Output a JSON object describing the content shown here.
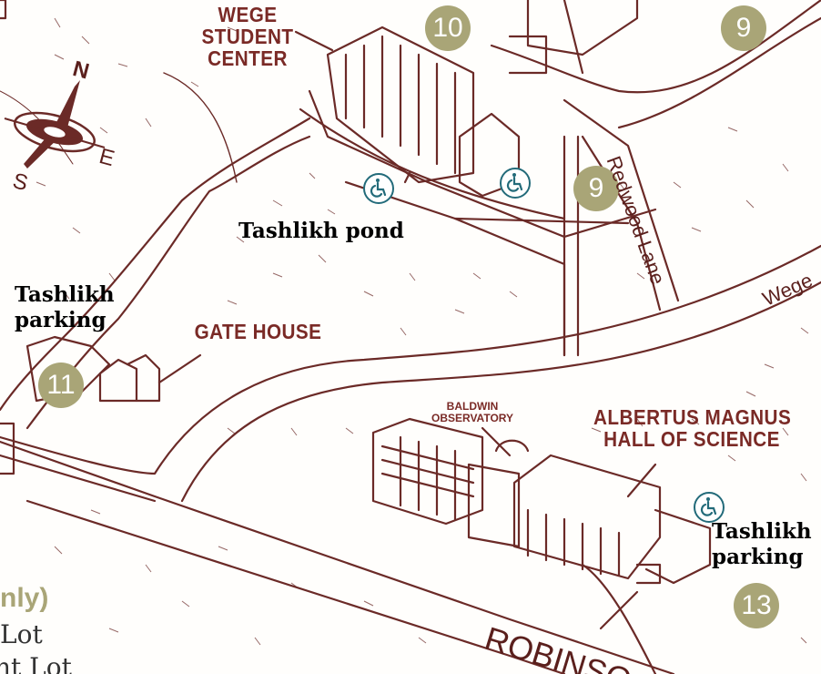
{
  "map": {
    "colors": {
      "line": "#6b2a27",
      "label": "#7a2a26",
      "badge": "#a9a577",
      "accessible": "#236b7a",
      "annotation": "#000000"
    },
    "building_labels": {
      "wege": "WEGE\nSTUDENT\nCENTER",
      "gate_house": "GATE HOUSE",
      "baldwin": "BALDWIN\nOBSERVATORY",
      "albertus": "ALBERTUS MAGNUS\nHALL OF SCIENCE"
    },
    "annotations": {
      "pond": "Tashlikh pond",
      "parking_west": "Tashlikh\nparking",
      "parking_east": "Tashlikh\nparking"
    },
    "badges": {
      "b10": "10",
      "b9_top": "9",
      "b9_mid": "9",
      "b11": "11",
      "b13": "13"
    },
    "roads": {
      "redwood": "Redwood Lane",
      "wege_road": "Wege",
      "robinson": "ROBINSO"
    },
    "compass": {
      "n": "N",
      "e": "E",
      "s": "S"
    },
    "legend_fragments": {
      "only": "nly)",
      "lot1": "Lot",
      "lot2": "nt Lot"
    },
    "icons": {
      "accessible": "wheelchair-icon",
      "compass": "compass-rose-icon"
    }
  }
}
